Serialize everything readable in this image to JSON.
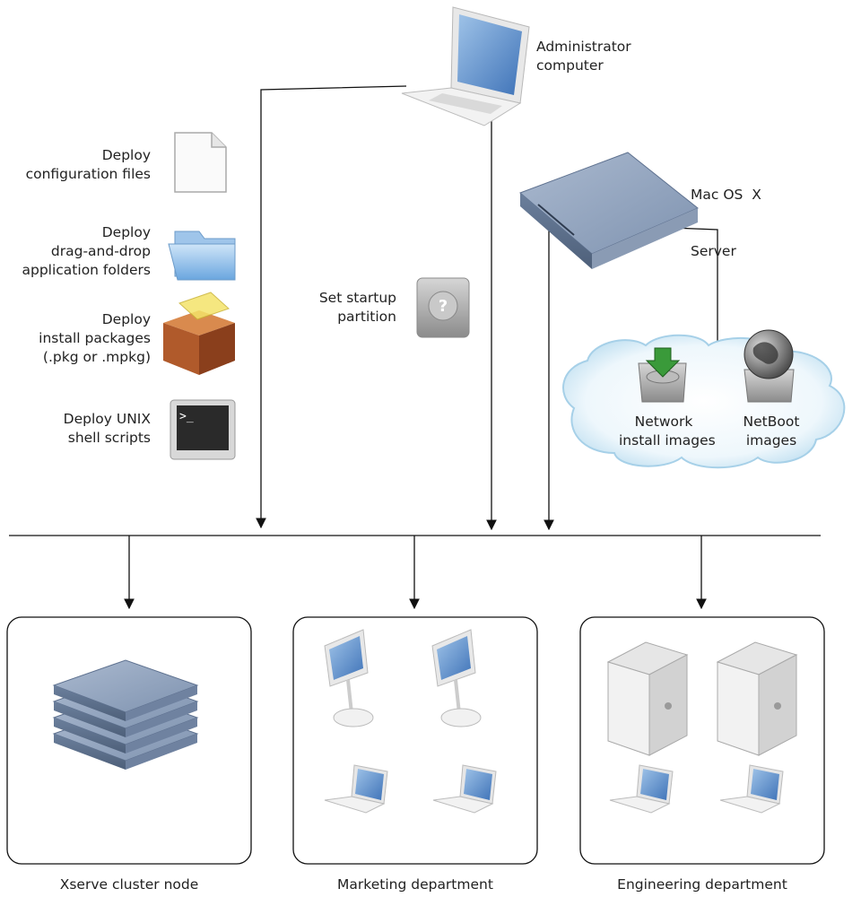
{
  "admin": {
    "label_1": "Administrator",
    "label_2": "computer"
  },
  "server": {
    "label_1": "Mac OS  X",
    "label_2": "Server"
  },
  "deploy_config": {
    "label_1": "Deploy",
    "label_2": "configuration files"
  },
  "deploy_folders": {
    "label_1": "Deploy",
    "label_2": "drag-and-drop",
    "label_3": "application folders"
  },
  "deploy_packages": {
    "label_1": "Deploy",
    "label_2": "install packages",
    "label_3": "(.pkg or .mpkg)"
  },
  "deploy_scripts": {
    "label_1": "Deploy UNIX",
    "label_2": "shell scripts"
  },
  "startup": {
    "label_1": "Set startup",
    "label_2": "partition"
  },
  "netinstall": {
    "label_1": "Network",
    "label_2": "install images"
  },
  "netboot": {
    "label_1": "NetBoot",
    "label_2": "images"
  },
  "terminal": {
    "prompt": ">_"
  },
  "departments": {
    "xserve": "Xserve cluster node",
    "marketing": "Marketing department",
    "engineering": "Engineering department"
  },
  "colors": {
    "line": "#111111",
    "server_blue": "#8fa2bd",
    "cloud": "#cfe6f3"
  }
}
